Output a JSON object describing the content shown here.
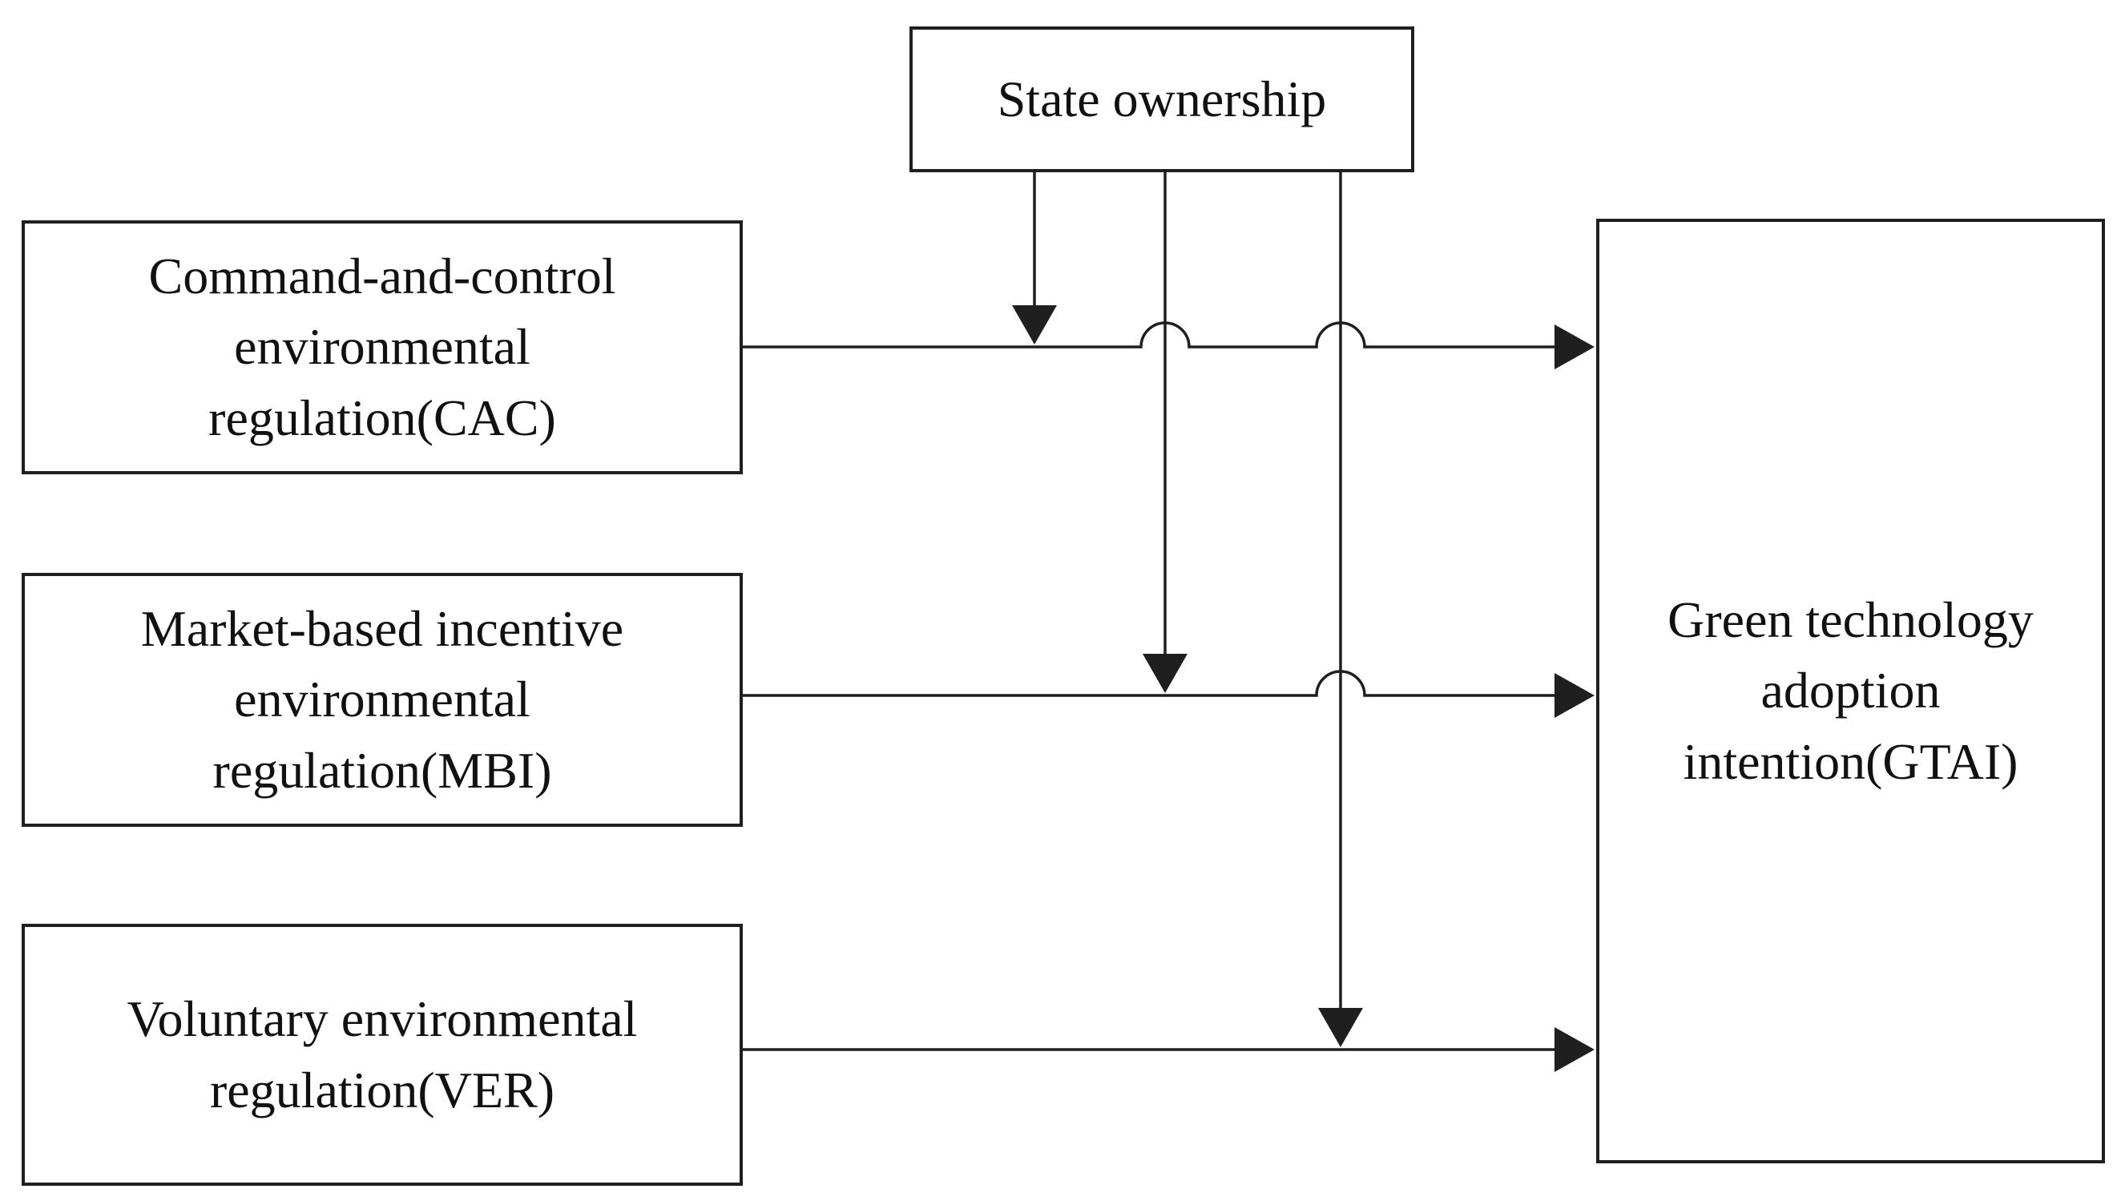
{
  "diagram": {
    "background_color": "#ffffff",
    "stroke_color": "#1f1f1f",
    "text_color": "#111111",
    "nodes": {
      "state": {
        "label": "State ownership",
        "role": "moderator"
      },
      "cac": {
        "label": "Command-and-control\nenvironmental\nregulation(CAC)",
        "role": "independent-variable"
      },
      "mbi": {
        "label": "Market-based incentive\nenvironmental\nregulation(MBI)",
        "role": "independent-variable"
      },
      "ver": {
        "label": "Voluntary environmental\nregulation(VER)",
        "role": "independent-variable"
      },
      "gtai": {
        "label": "Green technology\nadoption\nintention(GTAI)",
        "role": "dependent-variable"
      }
    },
    "edges": [
      {
        "from": "cac",
        "to": "gtai",
        "type": "direct-effect-arrow"
      },
      {
        "from": "mbi",
        "to": "gtai",
        "type": "direct-effect-arrow"
      },
      {
        "from": "ver",
        "to": "gtai",
        "type": "direct-effect-arrow"
      },
      {
        "from": "state",
        "to": "cac-gtai-path",
        "type": "moderation-arrow"
      },
      {
        "from": "state",
        "to": "mbi-gtai-path",
        "type": "moderation-arrow"
      },
      {
        "from": "state",
        "to": "ver-gtai-path",
        "type": "moderation-arrow"
      }
    ],
    "notation": "line crossings drawn with semicircular hop bridges"
  }
}
